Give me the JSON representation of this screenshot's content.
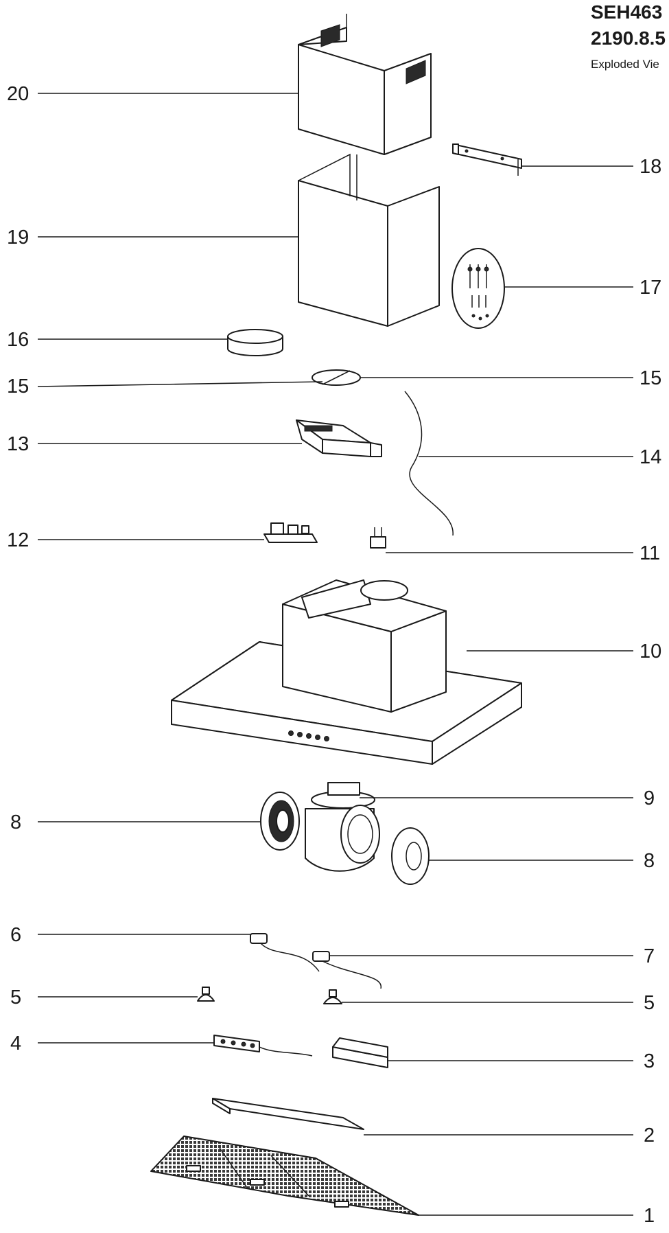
{
  "header": {
    "model": "SEH463",
    "code": "2190.8.5",
    "view": "Exploded Vie"
  },
  "callouts": [
    "20",
    "19",
    "18",
    "17",
    "16",
    "15",
    "15",
    "13",
    "14",
    "12",
    "11",
    "10",
    "9",
    "8",
    "8",
    "6",
    "7",
    "5",
    "5",
    "4",
    "3",
    "2",
    "1"
  ],
  "colors": {
    "line": "#1a1a1a",
    "background": "#ffffff",
    "mesh": "#3a3a3a"
  }
}
